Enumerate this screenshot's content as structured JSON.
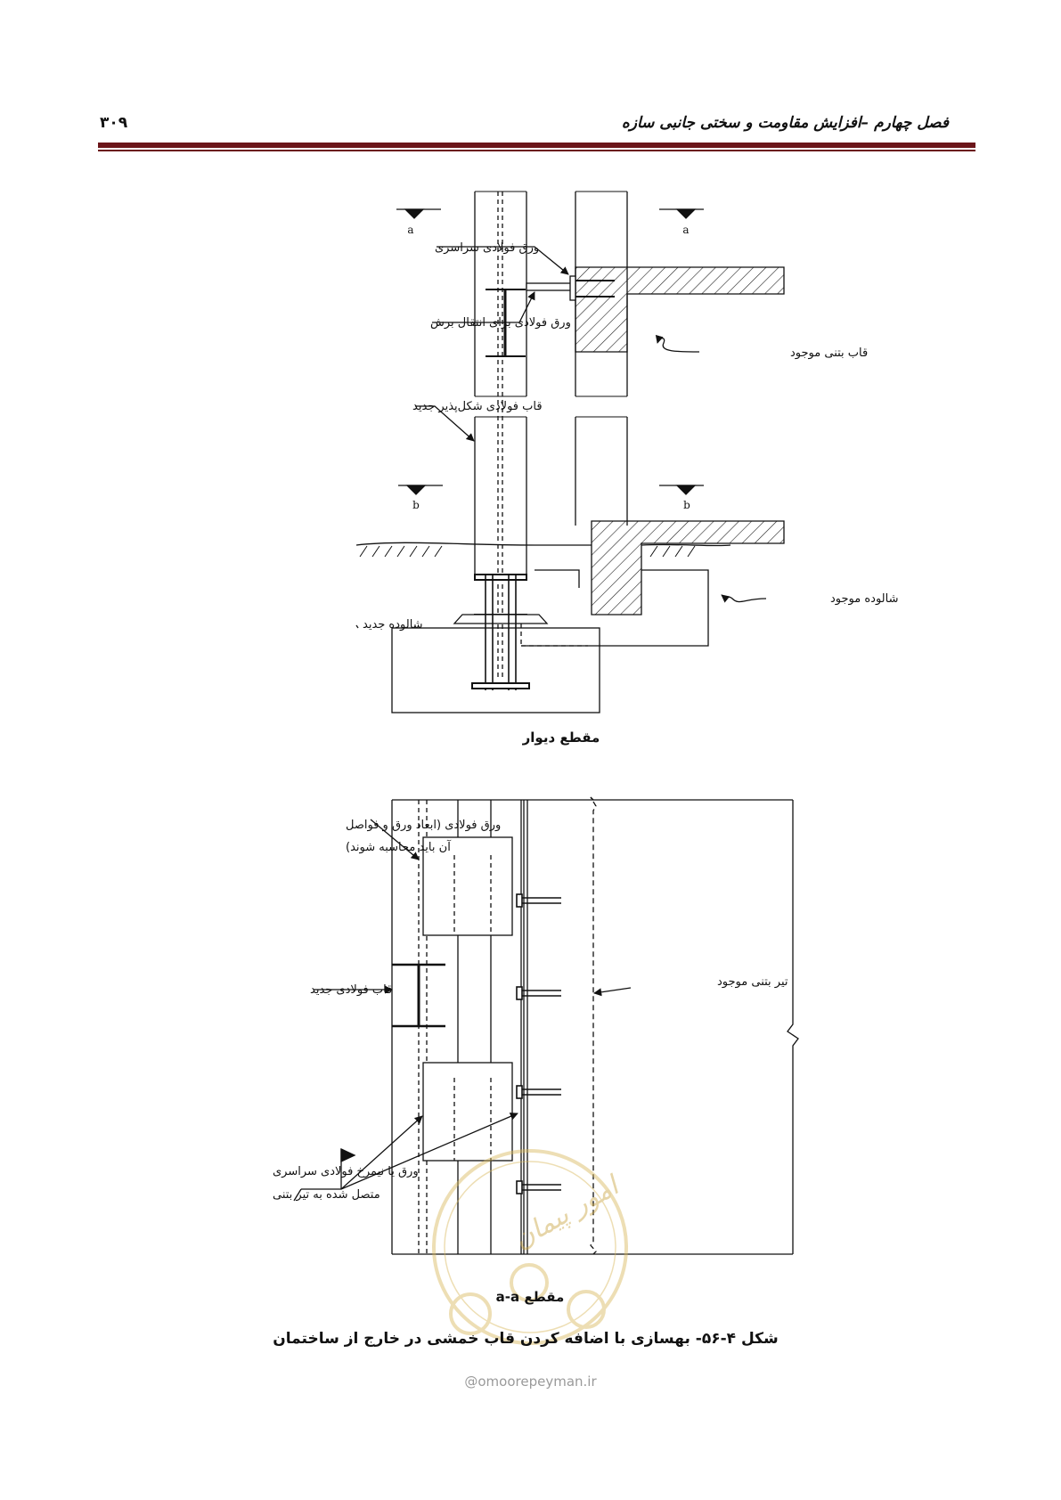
{
  "header": {
    "chapter_title": "فصل چهارم –افزایش مقاومت و سختی جانبی سازه",
    "page_number": "۳۰۹"
  },
  "figure_top": {
    "elevation_mark_top_left": "a",
    "elevation_mark_top_right": "a",
    "elevation_mark_bottom_left": "b",
    "elevation_mark_bottom_right": "b",
    "label_continuous_steel_plate": "ورق فولادی سراسری",
    "label_shear_transfer_plate": "ورق فولادی برای انتقال برش",
    "label_existing_concrete_frame": "قاب بتنی موجود",
    "label_new_ductile_steel_frame": "قاب فولادی شکل‌پذیر جدید",
    "label_existing_foundation": "شالوده موجود",
    "label_new_foundation": "شالوده جدید",
    "caption": "مقطع دیوار"
  },
  "figure_bottom": {
    "label_steel_plate_line1": "ورق فولادی (ابعاد ورق و فواصل",
    "label_steel_plate_line2": "آن باید محاسبه شوند)",
    "label_new_steel_frame": "قاب فولادی جدید",
    "label_existing_concrete_beam": "تیر بتنی موجود",
    "label_continuous_profile_line1": "ورق یا نیمرخ فولادی سراسری",
    "label_continuous_profile_line2": "متصل شده به تیر بتنی",
    "caption": "مقطع a-a"
  },
  "figure_caption": "شکل ۴-۵۶- بهسازی با اضافه کردن قاب خمشی در خارج از ساختمان",
  "watermark": {
    "logo_text": "امور پیمان",
    "url": "@omoorepeyman.ir"
  }
}
